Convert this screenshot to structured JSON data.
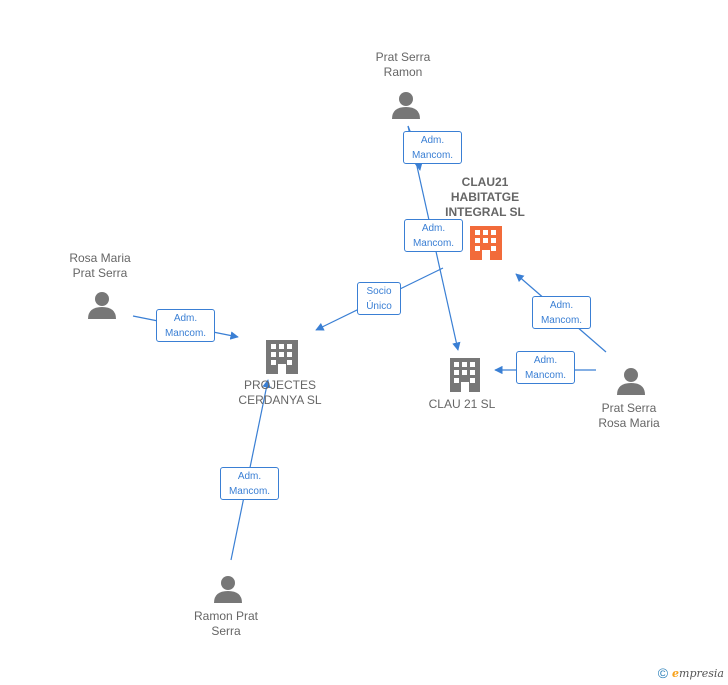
{
  "nodes": {
    "clau21_habitatge": {
      "label": "CLAU21\nHABITATGE\nINTEGRAL  SL",
      "kind": "company",
      "color": "#f26b3a"
    },
    "projectes_cerdanya": {
      "label": "PROJECTES\nCERDANYA  SL",
      "kind": "company",
      "color": "#777777"
    },
    "clau21_sl": {
      "label": "CLAU 21  SL",
      "kind": "company",
      "color": "#777777"
    },
    "prat_serra_ramon": {
      "label": "Prat Serra\nRamon",
      "kind": "person"
    },
    "rosa_maria_prat_serra": {
      "label": "Rosa Maria\nPrat Serra",
      "kind": "person"
    },
    "prat_serra_rosa_maria": {
      "label": "Prat Serra\nRosa Maria",
      "kind": "person"
    },
    "ramon_prat_serra": {
      "label": "Ramon Prat\nSerra",
      "kind": "person"
    }
  },
  "edges": [
    {
      "label": "Adm.\nMancom."
    },
    {
      "label": "Adm.\nMancom."
    },
    {
      "label": "Socio\nÚnico"
    },
    {
      "label": "Adm.\nMancom."
    },
    {
      "label": "Adm.\nMancom."
    },
    {
      "label": "Adm.\nMancom."
    },
    {
      "label": "Adm.\nMancom."
    }
  ],
  "footer": {
    "copyright": "©",
    "brand_e": "e",
    "brand_rest": "mpresia"
  },
  "colors": {
    "edge": "#3a7fd4",
    "person_icon": "#777777"
  }
}
